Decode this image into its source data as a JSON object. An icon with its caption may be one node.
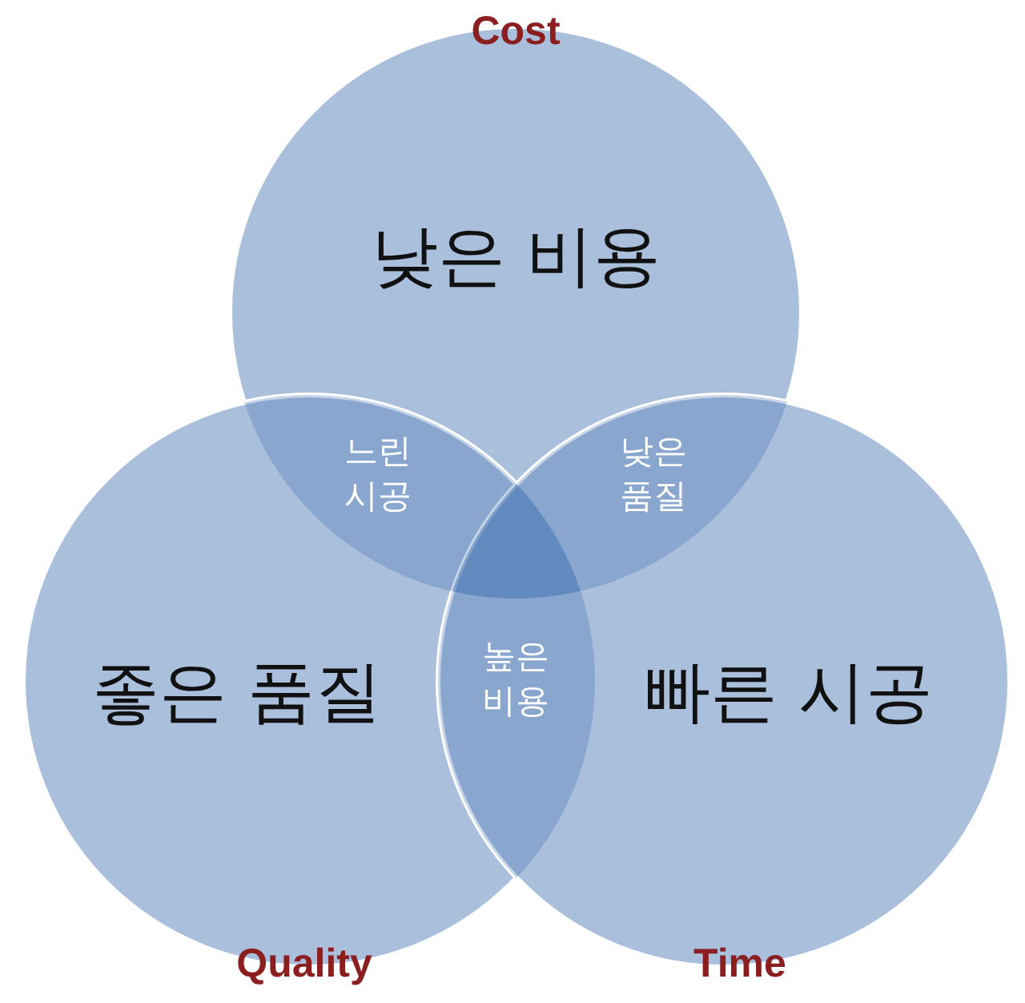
{
  "diagram": {
    "nodes": [
      {
        "text": [
          "Cost",
          "낮은 비용"
        ]
      },
      {
        "text": [
          "좋은 품질",
          "Quality"
        ]
      },
      {
        "text": [
          "빠른 시공",
          "Time"
        ]
      },
      {
        "text": [
          "느린 시공"
        ]
      },
      {
        "text": [
          "낮은 품질"
        ]
      },
      {
        "text": [
          "높은 비용"
        ]
      }
    ],
    "edges": []
  }
}
